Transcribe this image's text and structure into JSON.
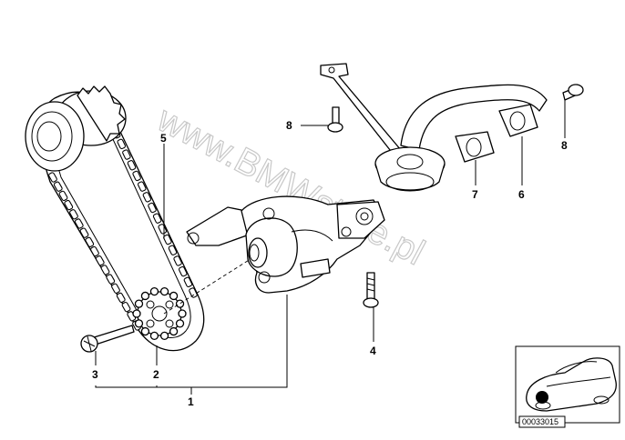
{
  "watermark": "www.BMWstore.pl",
  "callouts": {
    "c1": "1",
    "c2": "2",
    "c3": "3",
    "c4": "4",
    "c5": "5",
    "c6": "6",
    "c7": "7",
    "c8a": "8",
    "c8b": "8"
  },
  "inset": {
    "code": "00033015"
  }
}
